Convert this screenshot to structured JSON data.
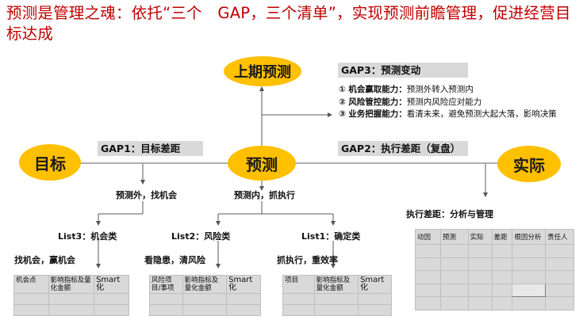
{
  "title": "预测是管理之魂：依托“三个　GAP，三个清单”，实现预测前瞻管理，促进经营目标达成",
  "ovals": {
    "goal": "目标",
    "forecast": "预测",
    "previous": "上期预测",
    "actual": "实际"
  },
  "gaps": {
    "gap1": "GAP1：目标差距",
    "gap2": "GAP2：执行差距（复盘）",
    "gap3": "GAP3：预测变动"
  },
  "capabilities": [
    {
      "num": "①",
      "name": "机会赢取能力",
      "desc": "预测外转入预测内"
    },
    {
      "num": "②",
      "name": "风险管控能力",
      "desc": "预测内风险应对能力"
    },
    {
      "num": "③",
      "name": "业务把握能力",
      "desc": "看清未来，避免预测大起大落，影响决策"
    }
  ],
  "labels": {
    "outside": "预测外，找机会",
    "inside": "预测内，抓执行",
    "list3": "List3：机会类",
    "list2": "List2：风险类",
    "list1": "List1：确定类",
    "opp_action": "找机会，赢机会",
    "risk_action": "看隐患，清风险",
    "sure_action": "抓执行，重效率",
    "exec_title": "执行差距：分析与管理"
  },
  "tables": {
    "opportunity": [
      "机会点",
      "影响指标及量化金额",
      "Smart化"
    ],
    "risk": [
      "风险项目/事项",
      "影响指标及量化金额",
      "Smart化"
    ],
    "certain": [
      "项目",
      "影响指标及量化金额",
      "Smart化"
    ]
  },
  "exec_table": {
    "headers": [
      "动因",
      "预测",
      "实际",
      "差距",
      "根因分析",
      "责任人"
    ]
  },
  "colors": {
    "title": "#c00000",
    "oval": "#ffc000",
    "bar": "#d9d9d9"
  }
}
